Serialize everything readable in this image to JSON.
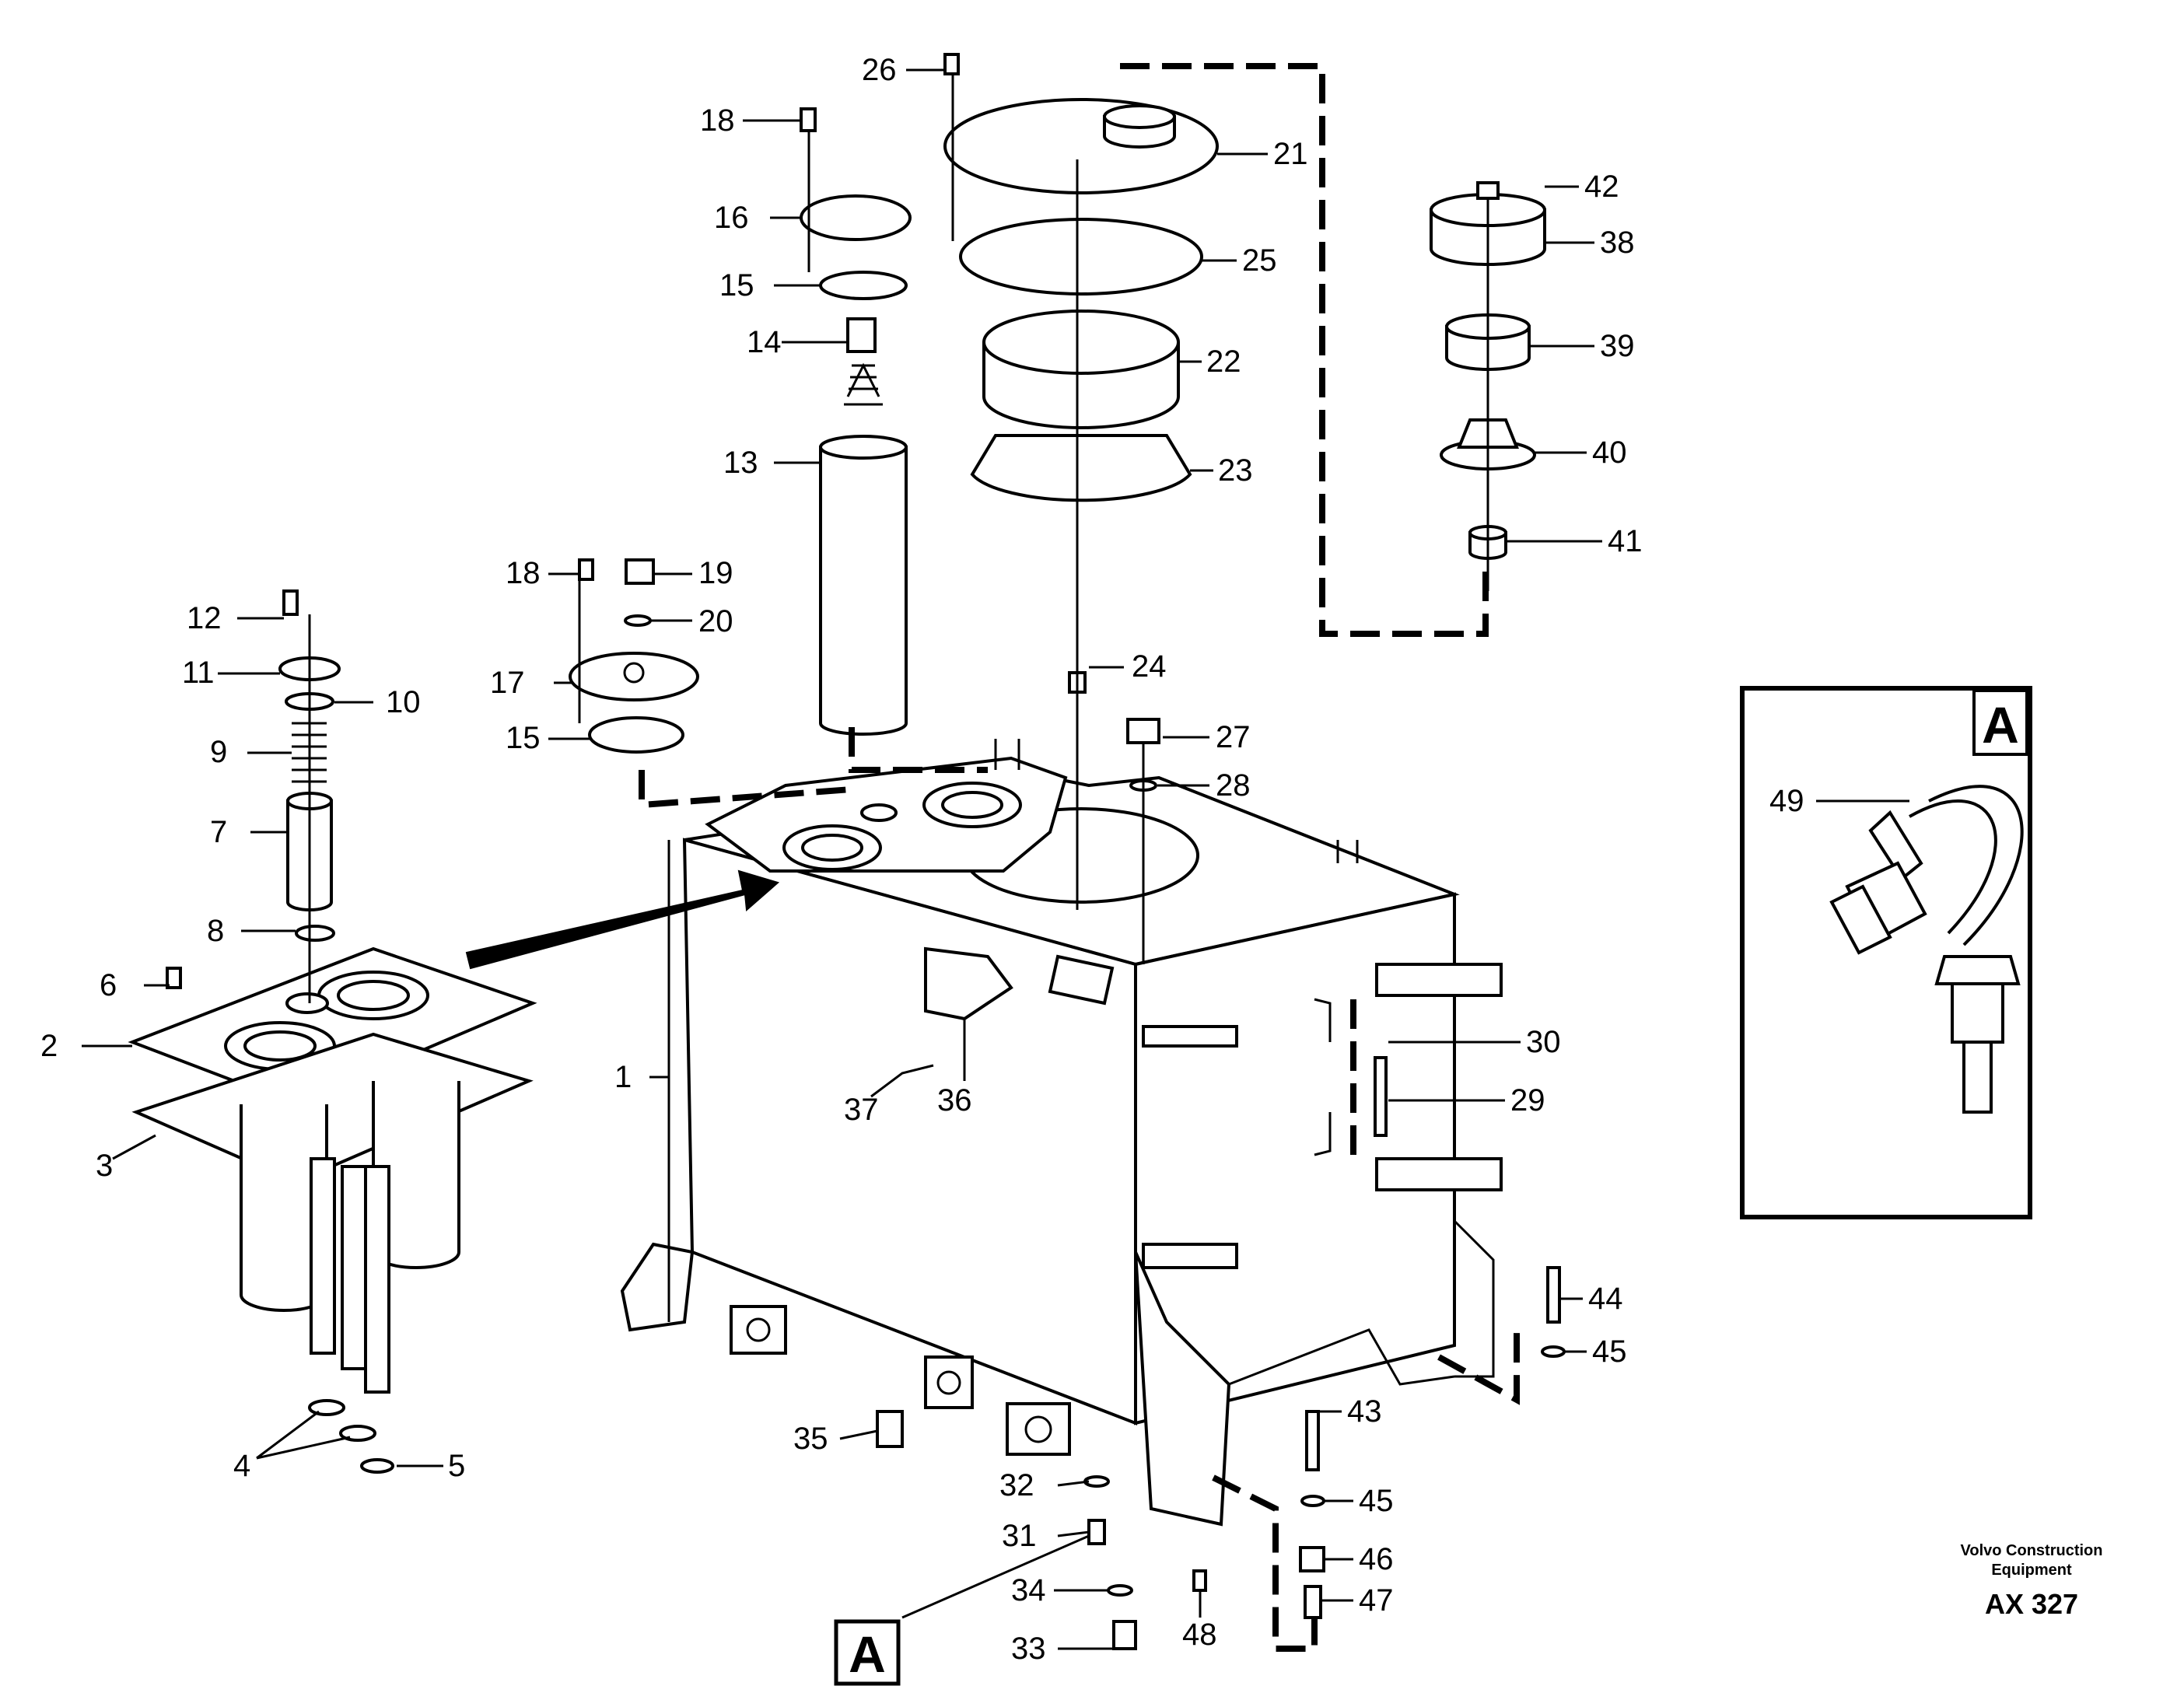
{
  "part_labels": [
    "1",
    "2",
    "3",
    "4",
    "5",
    "6",
    "7",
    "8",
    "9",
    "10",
    "11",
    "12",
    "13",
    "14",
    "15",
    "15",
    "16",
    "17",
    "18",
    "18",
    "19",
    "20",
    "21",
    "22",
    "23",
    "24",
    "25",
    "26",
    "27",
    "28",
    "29",
    "30",
    "31",
    "32",
    "33",
    "34",
    "35",
    "36",
    "37",
    "38",
    "39",
    "40",
    "41",
    "42",
    "43",
    "44",
    "45",
    "45",
    "46",
    "47",
    "48",
    "49"
  ],
  "detail": {
    "letter": "A"
  },
  "footer": {
    "brand_line1": "Volvo Construction",
    "brand_line2": "Equipment",
    "code": "AX 327"
  },
  "colors": {
    "ink": "#000000",
    "paper": "#ffffff"
  }
}
